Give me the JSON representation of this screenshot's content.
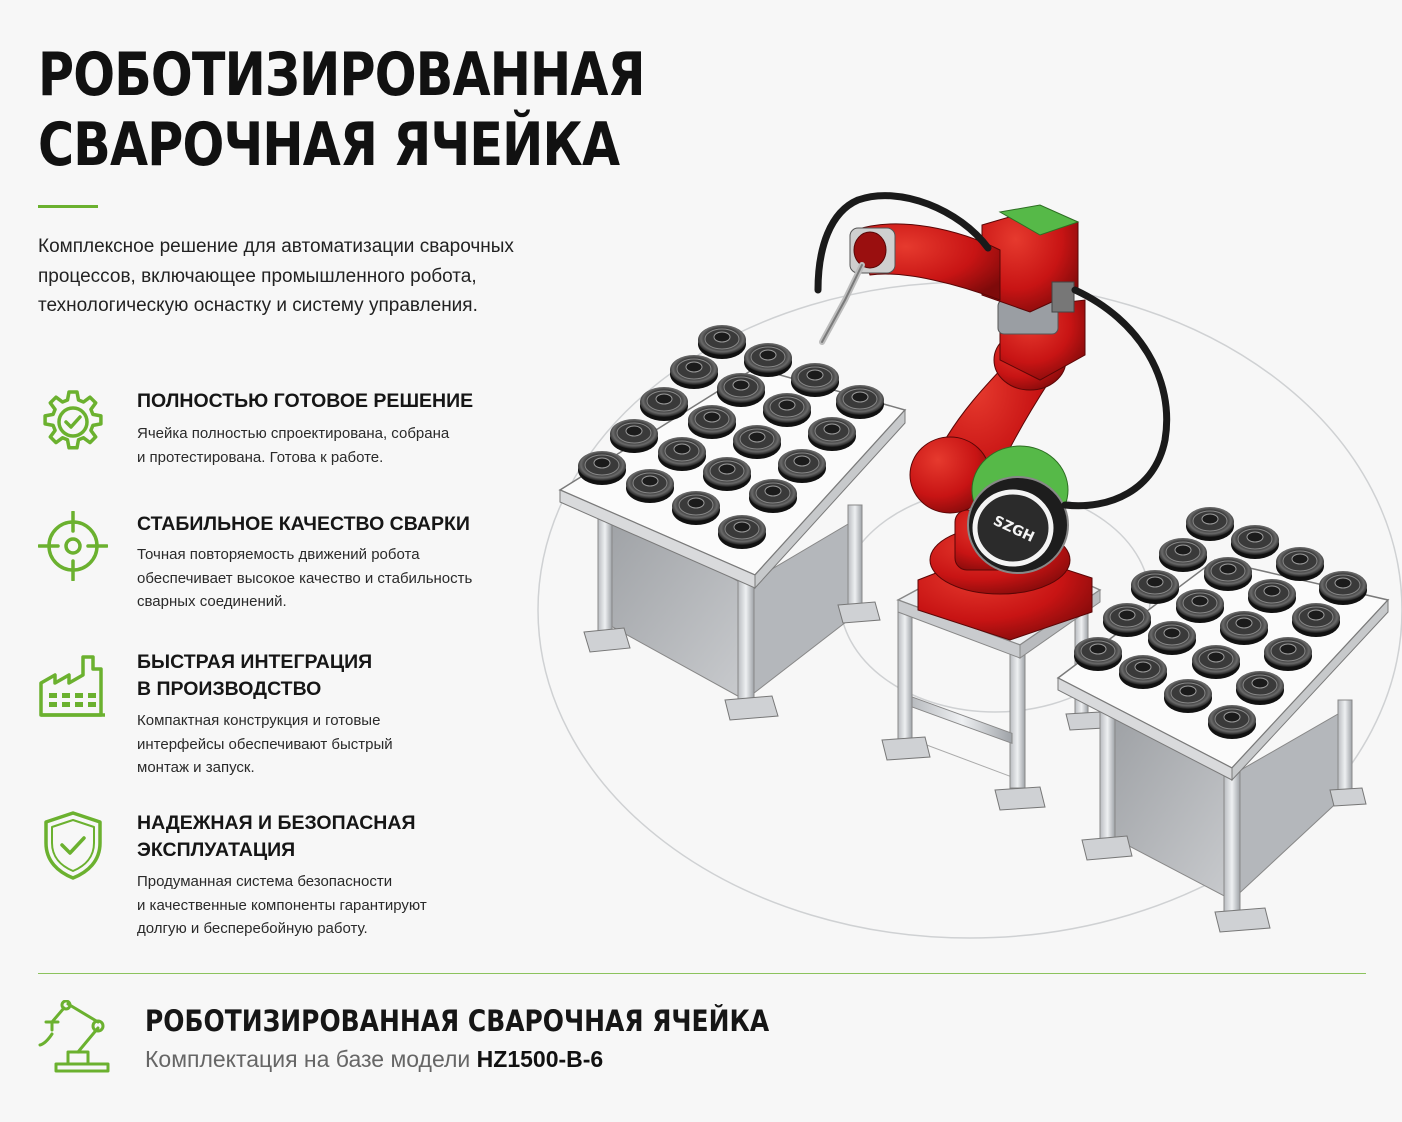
{
  "header": {
    "title_line1": "РОБОТИЗИРОВАННАЯ",
    "title_line2": "СВАРОЧНАЯ ЯЧЕЙКА",
    "intro": "Комплексное решение для автоматизации сварочных процессов, включающее промышленного робота, технологическую оснастку и систему управления."
  },
  "features": [
    {
      "icon": "gear-check-icon",
      "title": "ПОЛНОСТЬЮ ГОТОВОЕ РЕШЕНИЕ",
      "description": "Ячейка полностью спроектирована, собрана\nи протестирована. Готова к работе."
    },
    {
      "icon": "target-icon",
      "title": "СТАБИЛЬНОЕ КАЧЕСТВО СВАРКИ",
      "description": "Точная повторяемость движений робота\nобеспечивает высокое качество и стабильность\nсварных соединений."
    },
    {
      "icon": "factory-icon",
      "title": "БЫСТРАЯ ИНТЕГРАЦИЯ\nВ ПРОИЗВОДСТВО",
      "description": "Компактная конструкция и готовые\nинтерфейсы обеспечивают быстрый\nмонтаж и запуск."
    },
    {
      "icon": "shield-check-icon",
      "title": "НАДЕЖНАЯ И БЕЗОПАСНАЯ\nЭКСПЛУАТАЦИЯ",
      "description": "Продуманная система безопасности\nи качественные компоненты гарантируют\nдолгую и бесперебойную работу."
    }
  ],
  "illustration": {
    "robot_label": "SZGH"
  },
  "footer": {
    "icon": "robot-arm-icon",
    "title": "РОБОТИЗИРОВАННАЯ СВАРОЧНАЯ ЯЧЕЙКА",
    "subtitle_prefix": "Комплектация на базе модели ",
    "model": "HZ1500-B-6"
  },
  "colors": {
    "accent": "#6bb12f",
    "robot_red": "#c81414",
    "robot_green": "#56b948",
    "background": "#f7f7f7"
  }
}
